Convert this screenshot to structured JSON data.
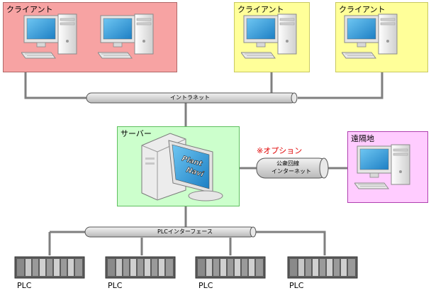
{
  "nodes": {
    "client_group_left": {
      "label": "クライアント",
      "fill": "#f7a3a3",
      "border": "#b06868"
    },
    "client_right_1": {
      "label": "クライアント",
      "fill": "#ffff99",
      "border": "#c8c860"
    },
    "client_right_2": {
      "label": "クライアント",
      "fill": "#ffff99",
      "border": "#c8c860"
    },
    "server": {
      "label": "サーバー",
      "fill": "#ccffcc",
      "border": "#5fbf5f",
      "screen_text_1": "Plant",
      "screen_text_2": "Navi"
    },
    "remote": {
      "label": "遠隔地",
      "fill": "#ffccff",
      "border": "#b040b0"
    },
    "plcs": [
      {
        "label": "PLC"
      },
      {
        "label": "PLC"
      },
      {
        "label": "PLC"
      },
      {
        "label": "PLC"
      }
    ]
  },
  "buses": {
    "intranet": {
      "label": "イントラネット"
    },
    "plc_interface": {
      "label": "PLCインターフェース"
    },
    "public_line": {
      "line1": "公衆回線",
      "line2": "インターネット"
    }
  },
  "annotations": {
    "option_note": "※オプション"
  },
  "colors": {
    "line": "#7f7f7f",
    "tube": "#dcdcdc",
    "monitor_screen": "#2f9bd8",
    "option_red": "#e00000"
  }
}
